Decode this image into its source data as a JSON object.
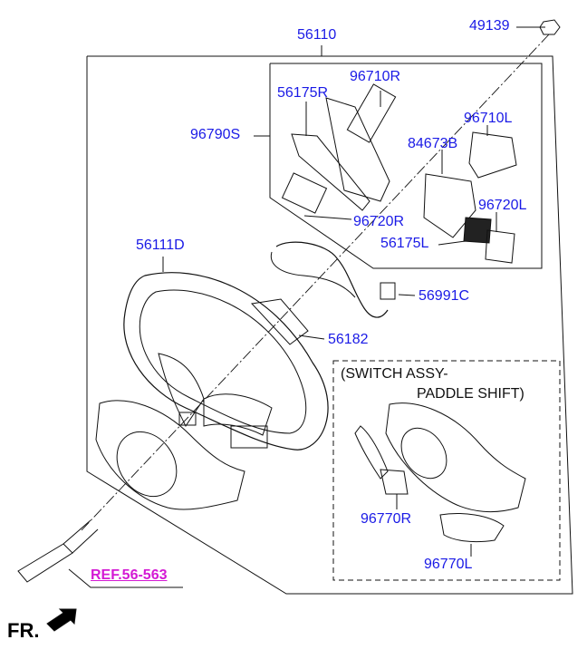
{
  "labels": {
    "p56110": "56110",
    "p49139": "49139",
    "p96710R": "96710R",
    "p56175R": "56175R",
    "p96790S": "96790S",
    "p96710L": "96710L",
    "p84673B": "84673B",
    "p96720L": "96720L",
    "p96720R": "96720R",
    "p56175L": "56175L",
    "p56111D": "56111D",
    "p56991C": "56991C",
    "p56182": "56182",
    "p96770R": "96770R",
    "p96770L": "96770L"
  },
  "subassembly": {
    "line1": "(SWITCH ASSY-",
    "line2": "PADDLE SHIFT)"
  },
  "reference": "REF.56-563",
  "direction": "FR.",
  "colors": {
    "part_label": "#1a1ae6",
    "reference": "#d41ad4",
    "linework": "#111111"
  }
}
